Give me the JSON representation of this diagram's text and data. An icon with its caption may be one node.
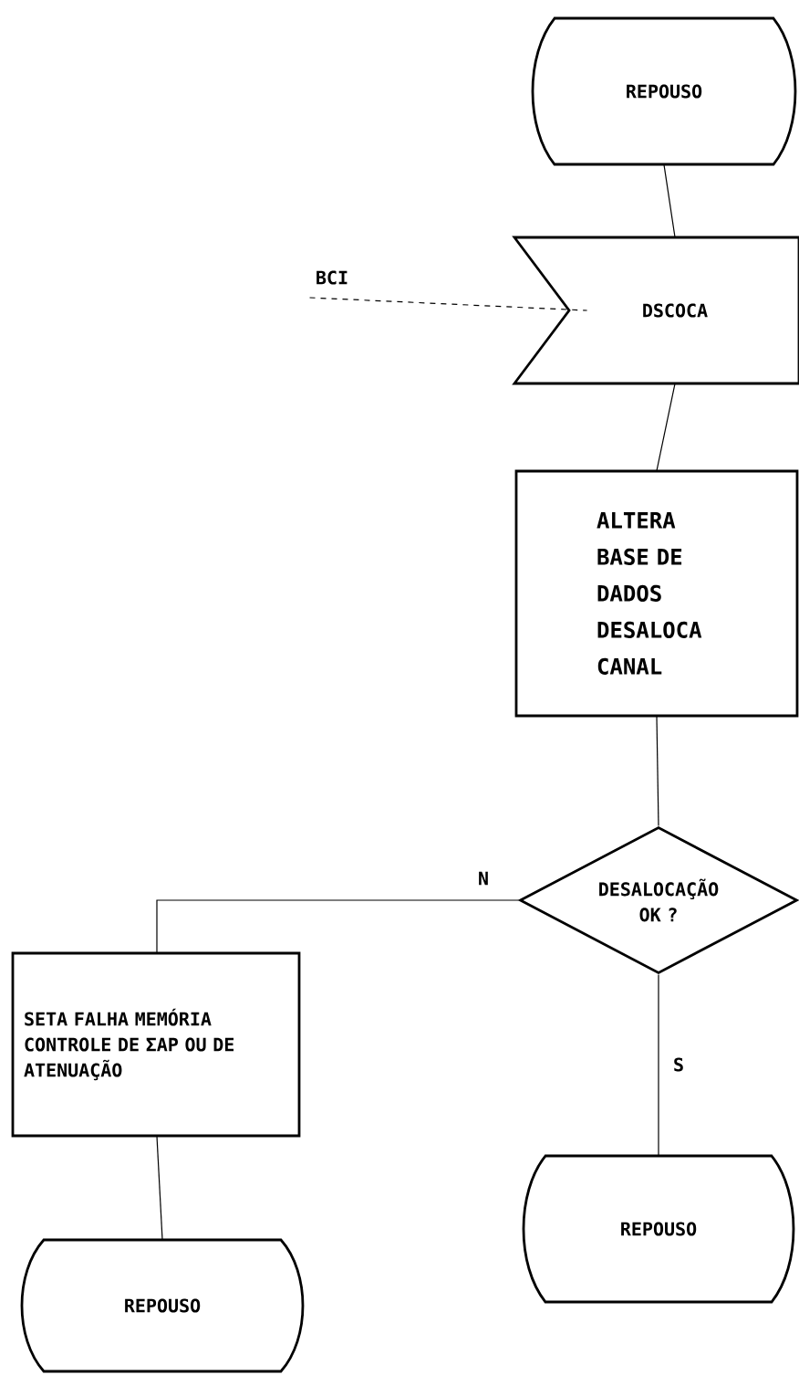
{
  "diagram": {
    "nodes": [
      {
        "text": [
          "REPOUSO"
        ]
      },
      {
        "text": [
          "DSCOCA"
        ]
      },
      {
        "text": [
          "ALTERA BASE DE DADOS DESALOCA CANAL"
        ]
      },
      {
        "text": [
          "DESALOCAÇÃO OK ?"
        ]
      },
      {
        "text": [
          "SETA FALHA MEMÓRIA CONTROLE DE ΣAP OU DE ATENUAÇÃO"
        ]
      },
      {
        "text": [
          "REPOUSO"
        ]
      },
      {
        "text": [
          "REPOUSO"
        ]
      },
      {
        "text": [
          "BCI"
        ]
      }
    ],
    "edges": [
      {
        "from": 0,
        "to": 1,
        "arrow": "none"
      },
      {
        "from": 1,
        "to": 2,
        "arrow": "none"
      },
      {
        "from": 2,
        "to": 3,
        "arrow": "none"
      },
      {
        "from": 3,
        "to": 4,
        "arrow": "none",
        "label": "N"
      },
      {
        "from": 3,
        "to": 5,
        "arrow": "none",
        "label": "S"
      },
      {
        "from": 4,
        "to": 6,
        "arrow": "none"
      },
      {
        "from": 7,
        "to": 1,
        "arrow": "none",
        "style": "dashed"
      }
    ]
  }
}
